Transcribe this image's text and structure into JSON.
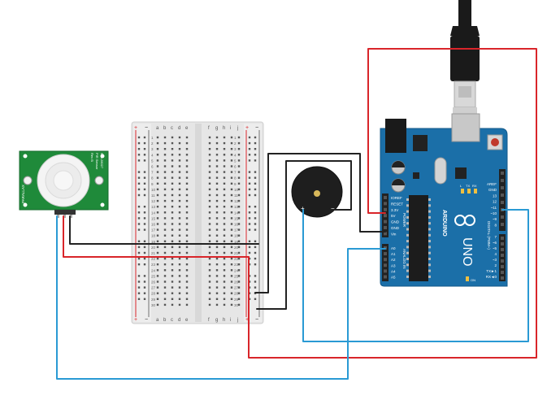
{
  "breadboard": {
    "columns_left": [
      "a",
      "b",
      "c",
      "d",
      "e"
    ],
    "columns_right": [
      "f",
      "g",
      "h",
      "i",
      "j"
    ],
    "row_count": 30,
    "rail_plus": "+",
    "rail_minus": "−"
  },
  "pir": {
    "label_left": "PARALLAX",
    "label_right_1": "PIR Sensor",
    "label_right_2": "555-28027",
    "label_right_3": "Rev B"
  },
  "buzzer": {
    "plus": "+",
    "minus": "−"
  },
  "arduino": {
    "brand": "ARDUINO",
    "model": "UNO",
    "header_top_left": [
      "AREF",
      "GND",
      "13",
      "12",
      "~11",
      "~10",
      "~9",
      "8"
    ],
    "header_top_right": [
      "7",
      "~6",
      "~5",
      "4",
      "~3",
      "2",
      "TX►1",
      "RX◄0"
    ],
    "digital_label": "DIGITAL (PWM~)",
    "power_pins": [
      "IOREF",
      "RESET",
      "3.3V",
      "5V",
      "GND",
      "GND",
      "Vin"
    ],
    "power_label": "POWER",
    "analog_pins": [
      "A0",
      "A1",
      "A2",
      "A3",
      "A4",
      "A5"
    ],
    "analog_label": "ANALOG IN",
    "led_labels": [
      "L",
      "TX",
      "RX"
    ],
    "on_label": "ON"
  },
  "colors": {
    "wire_red": "#d9252a",
    "wire_black": "#222222",
    "wire_blue": "#2a9ad4",
    "board_blue": "#1b6fa8",
    "pcb_green": "#1f8a3a",
    "breadboard": "#e9e9e9"
  }
}
